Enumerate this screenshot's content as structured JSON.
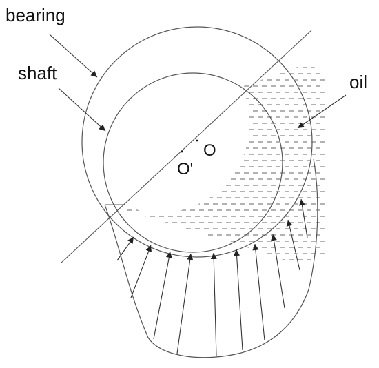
{
  "labels": {
    "bearing": "bearing",
    "shaft": "shaft",
    "oil": "oil",
    "center_bearing": "O",
    "center_shaft": "O'"
  },
  "colors": {
    "stroke": "#444444",
    "text": "#111111",
    "background": "#ffffff"
  }
}
